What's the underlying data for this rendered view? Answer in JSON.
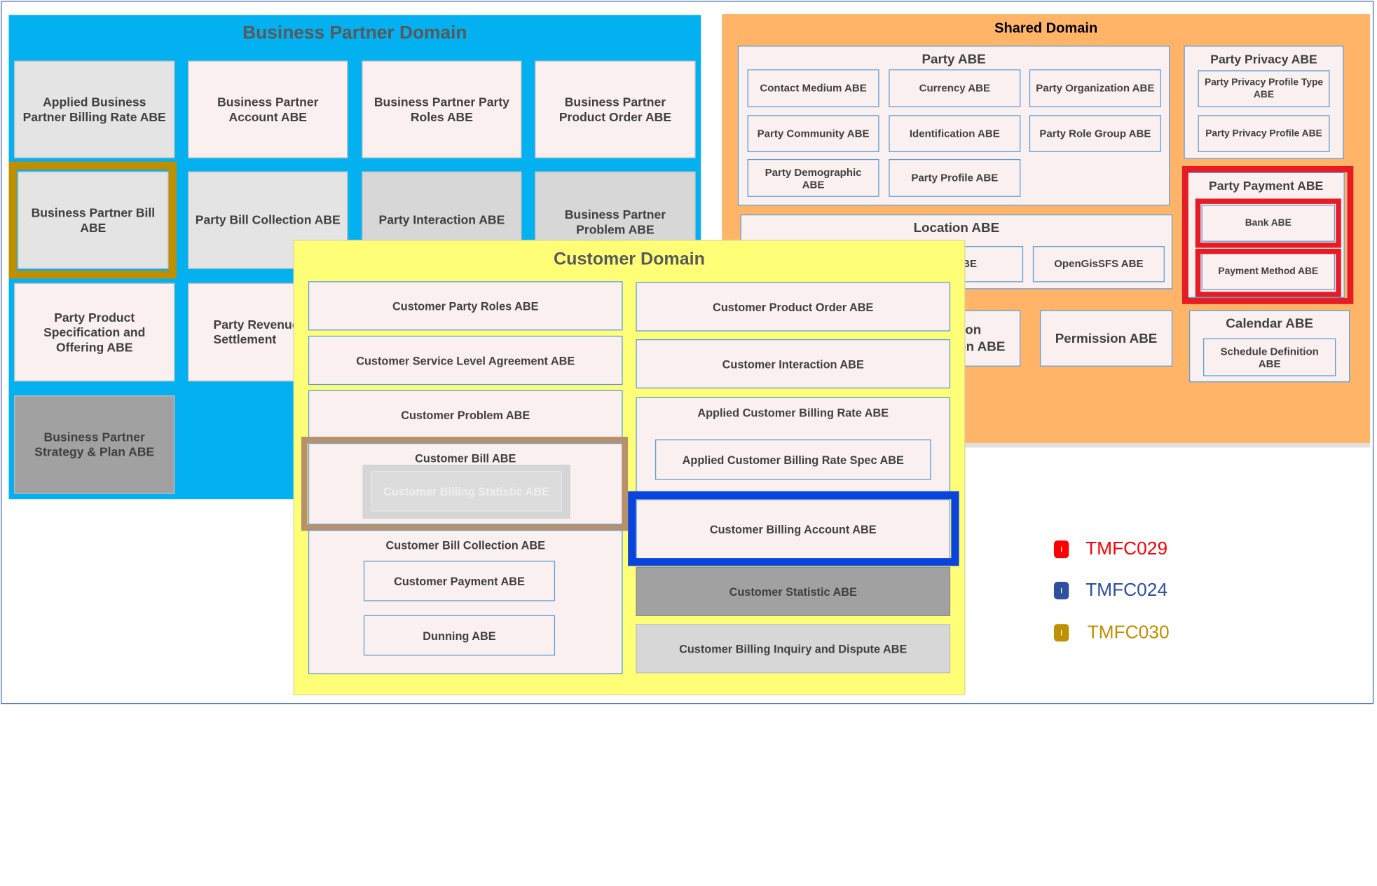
{
  "business_partner_domain": {
    "title": "Business Partner Domain",
    "boxes": [
      "Applied Business Partner Billing Rate ABE",
      "Business Partner Account ABE",
      "Business Partner Party Roles ABE",
      "Business Partner Product Order ABE",
      "Business Partner Bill ABE",
      "Party Bill Collection ABE",
      "Party Interaction ABE",
      "Business Partner Problem ABE",
      "Party Product Specification and Offering ABE",
      "Party Revenue Settlement",
      "Business Partner Strategy & Plan ABE"
    ]
  },
  "shared_domain": {
    "title": "Shared Domain",
    "party": {
      "title": "Party ABE",
      "items": [
        "Contact Medium ABE",
        "Currency ABE",
        "Party Organization ABE",
        "Party Community ABE",
        "Identification ABE",
        "Party Role Group ABE",
        "Party Demographic ABE",
        "Party Profile ABE"
      ]
    },
    "party_privacy": {
      "title": "Party Privacy ABE",
      "items": [
        "Party Privacy Profile Type ABE",
        "Party Privacy Profile ABE"
      ]
    },
    "party_payment": {
      "title": "Party Payment ABE",
      "items": [
        "Bank ABE",
        "Payment Method ABE"
      ]
    },
    "location": {
      "title": "Location ABE",
      "items": [
        "Place ABE",
        "OpenGisSFS ABE"
      ]
    },
    "location_application": "Location Application ABE",
    "permission": "Permission ABE",
    "calendar": {
      "title": "Calendar ABE",
      "items": [
        "Schedule Definition ABE"
      ]
    }
  },
  "customer_domain": {
    "title": "Customer Domain",
    "left": {
      "party_roles": "Customer Party Roles ABE",
      "sla": "Customer Service Level Agreement ABE",
      "problem": "Customer Problem ABE",
      "bill": "Customer Bill ABE",
      "billing_statistic": "Customer Billing Statistic ABE",
      "bill_collection": "Customer Bill Collection ABE",
      "payment": "Customer Payment ABE",
      "dunning": "Dunning ABE"
    },
    "right": {
      "product_order": "Customer Product Order ABE",
      "interaction": "Customer Interaction ABE",
      "applied_billing_rate": "Applied Customer Billing Rate ABE",
      "applied_billing_rate_spec": "Applied Customer Billing Rate Spec ABE",
      "billing_account": "Customer Billing Account ABE",
      "statistic": "Customer Statistic ABE",
      "inquiry_dispute": "Customer Billing Inquiry and Dispute ABE"
    }
  },
  "legend": [
    {
      "label": "TMFC029",
      "color": "#ff0000"
    },
    {
      "label": "TMFC024",
      "color": "#2f4f9f"
    },
    {
      "label": "TMFC030",
      "color": "#bf9000"
    }
  ],
  "highlight_colors": {
    "tmfc029": "#e51c23",
    "tmfc024": "#0a44dd",
    "tmfc030": "#bf8f00",
    "customer_bill": "#b8906a"
  }
}
